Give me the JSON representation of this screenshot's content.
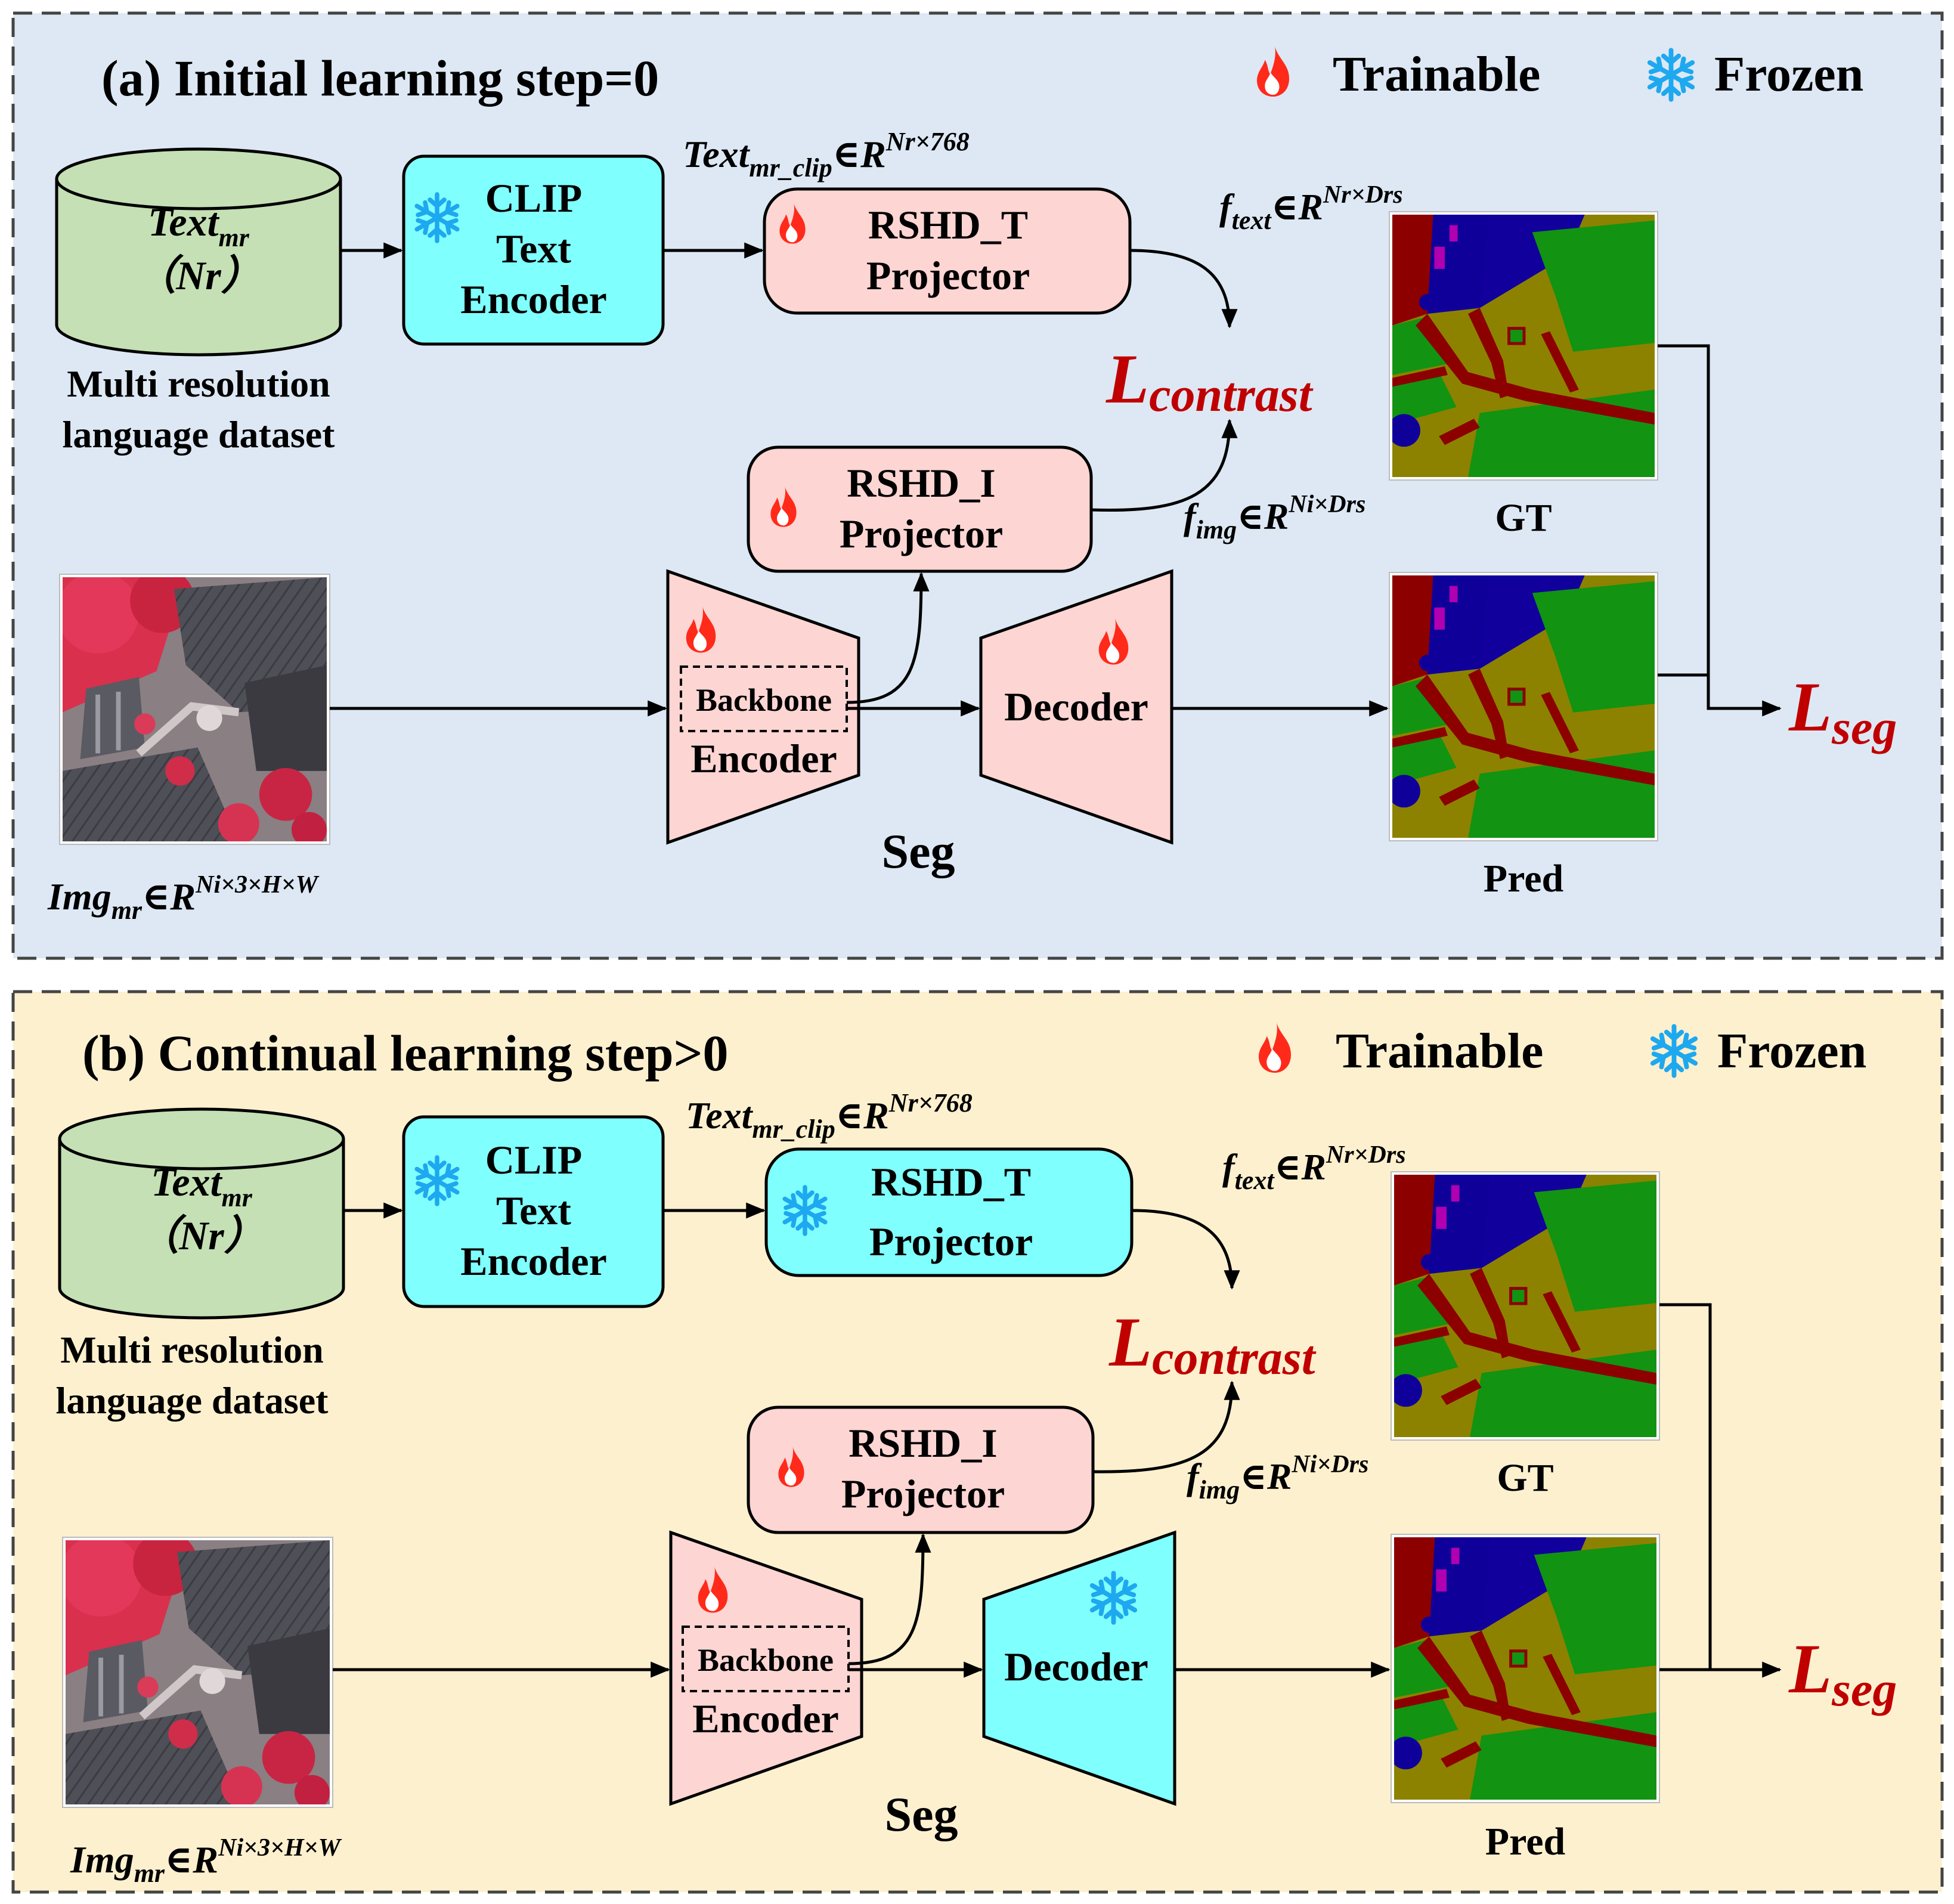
{
  "colors": {
    "panel_a_bg": "#dde8f4",
    "panel_b_bg": "#fdf0cf",
    "trainable_fill": "#fdd5d3",
    "frozen_fill": "#80ffff",
    "dataset_fill": "#c5e0b4",
    "loss_red": "#c00000",
    "flame": "#ff2a1a",
    "snowflake": "#1ea8ef"
  },
  "icons": {
    "trainable": "flame-icon",
    "frozen": "snowflake-icon"
  },
  "legend": {
    "trainable": "Trainable",
    "frozen": "Frozen"
  },
  "panels": [
    {
      "title": "(a) Initial learning step=0",
      "dataset": {
        "line1_base": "Text",
        "line1_sub": "mr",
        "line2": "（Nr）",
        "caption_1": "Multi resolution",
        "caption_2": "language dataset"
      },
      "clip": {
        "line1": "CLIP",
        "line2": "Text",
        "line3": "Encoder",
        "state": "frozen"
      },
      "text_clip_label": {
        "base": "Text",
        "sub": "mr_clip",
        "sym": "∈",
        "R": "R",
        "sup": "Nr×768"
      },
      "rshd_t": {
        "line1": "RSHD_T",
        "line2": "Projector",
        "state": "trainable"
      },
      "f_text_label": {
        "base": "f",
        "sub": "text",
        "sym": "∈",
        "R": "R",
        "sup": "Nr×Drs"
      },
      "l_contrast": {
        "L": "L",
        "sub": "contrast"
      },
      "rshd_i": {
        "line1": "RSHD_I",
        "line2": "Projector",
        "state": "trainable"
      },
      "f_img_label": {
        "base": "f",
        "sub": "img",
        "sym": "∈",
        "R": "R",
        "sup": "Ni×Drs"
      },
      "backbone": "Backbone",
      "encoder": {
        "label": "Encoder",
        "state": "trainable"
      },
      "decoder": {
        "label": "Decoder",
        "state": "trainable"
      },
      "seg": "Seg",
      "gt": "GT",
      "pred": "Pred",
      "l_seg": {
        "L": "L",
        "sub": "seg"
      },
      "img_label": {
        "base": "Img",
        "sub": "mr",
        "sym": "∈",
        "R": "R",
        "sup": "Ni×3×H×W"
      }
    },
    {
      "title": "(b) Continual learning step>0",
      "dataset": {
        "line1_base": "Text",
        "line1_sub": "mr",
        "line2": "（Nr）",
        "caption_1": "Multi resolution",
        "caption_2": "language dataset"
      },
      "clip": {
        "line1": "CLIP",
        "line2": "Text",
        "line3": "Encoder",
        "state": "frozen"
      },
      "text_clip_label": {
        "base": "Text",
        "sub": "mr_clip",
        "sym": "∈",
        "R": "R",
        "sup": "Nr×768"
      },
      "rshd_t": {
        "line1": "RSHD_T",
        "line2": "Projector",
        "state": "frozen"
      },
      "f_text_label": {
        "base": "f",
        "sub": "text",
        "sym": "∈",
        "R": "R",
        "sup": "Nr×Drs"
      },
      "l_contrast": {
        "L": "L",
        "sub": "contrast"
      },
      "rshd_i": {
        "line1": "RSHD_I",
        "line2": "Projector",
        "state": "trainable"
      },
      "f_img_label": {
        "base": "f",
        "sub": "img",
        "sym": "∈",
        "R": "R",
        "sup": "Ni×Drs"
      },
      "backbone": "Backbone",
      "encoder": {
        "label": "Encoder",
        "state": "trainable"
      },
      "decoder": {
        "label": "Decoder",
        "state": "frozen"
      },
      "seg": "Seg",
      "gt": "GT",
      "pred": "Pred",
      "l_seg": {
        "L": "L",
        "sub": "seg"
      },
      "img_label": {
        "base": "Img",
        "sub": "mr",
        "sym": "∈",
        "R": "R",
        "sup": "Ni×3×H×W"
      }
    }
  ]
}
